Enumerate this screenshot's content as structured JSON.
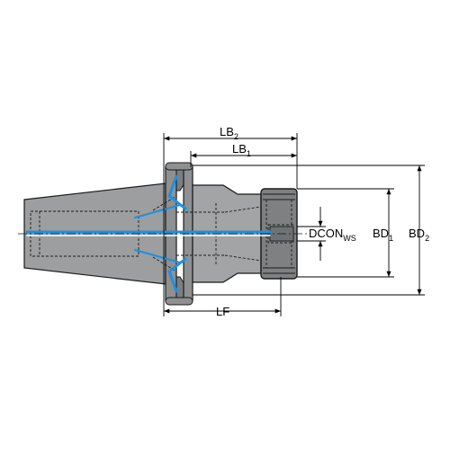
{
  "colors": {
    "body_fill": "#9a9c9e",
    "body_dark": "#6f7274",
    "body_light": "#b8babc",
    "outline": "#1a1a1a",
    "coolant": "#1e90e0",
    "dimension": "#000000",
    "background": "#ffffff"
  },
  "dimensions": {
    "lb2": {
      "main": "LB",
      "sub": "2"
    },
    "lb1": {
      "main": "LB",
      "sub": "1"
    },
    "lf": {
      "main": "LF",
      "sub": ""
    },
    "dcon": {
      "main": "DCON",
      "sub": "WS"
    },
    "bd1": {
      "main": "BD",
      "sub": "1"
    },
    "bd2": {
      "main": "BD",
      "sub": "2"
    }
  }
}
